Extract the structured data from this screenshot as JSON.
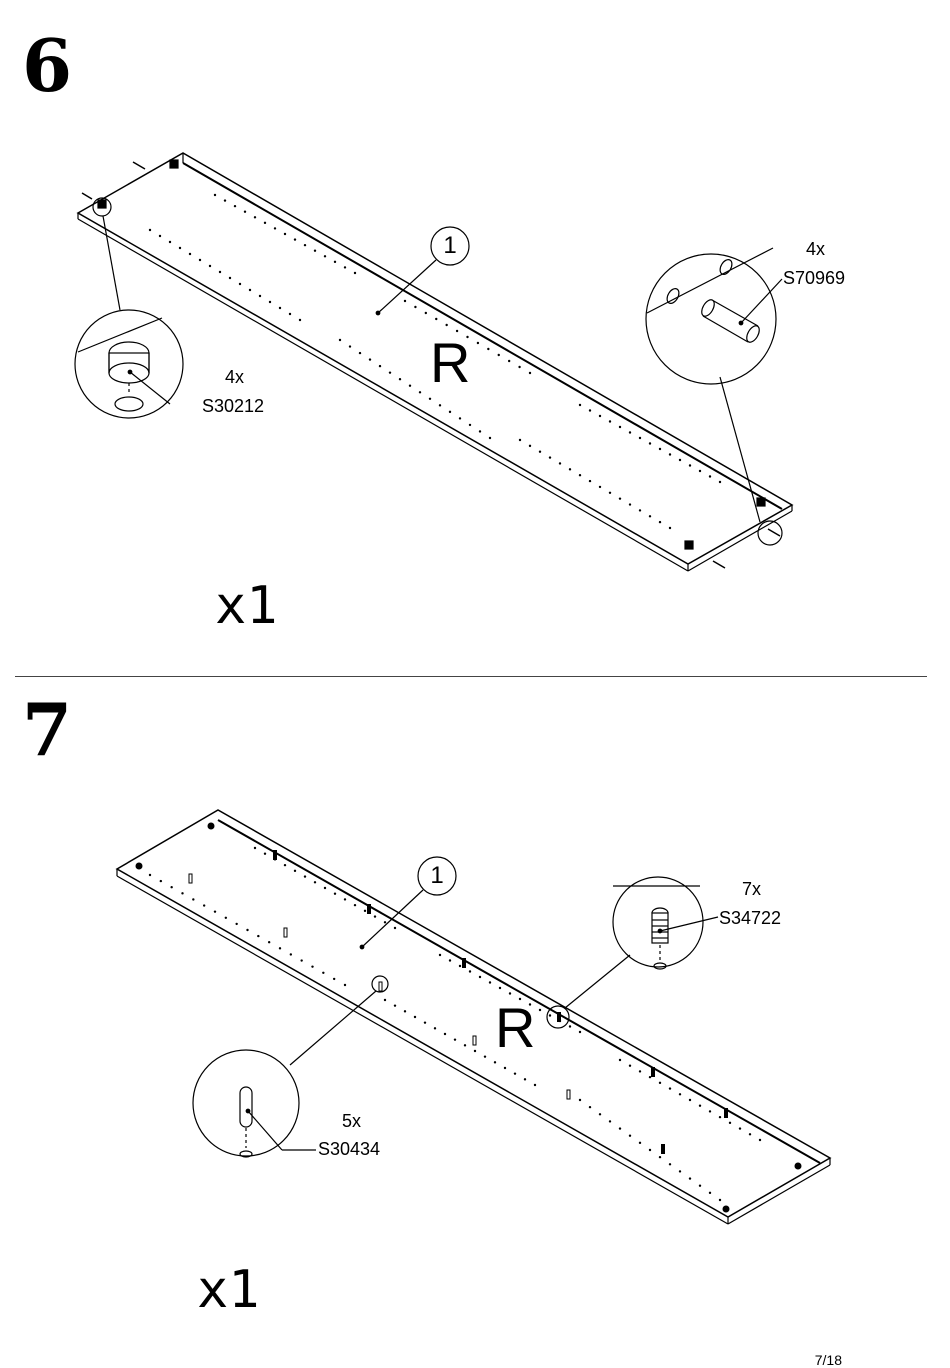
{
  "steps": [
    {
      "number": "6",
      "panel_label": "1",
      "side_letter": "R",
      "quantity": "x1",
      "parts": [
        {
          "count": "4x",
          "code": "S30212",
          "icon": "cam-lock-icon"
        },
        {
          "count": "4x",
          "code": "S70969",
          "icon": "wooden-dowel-icon"
        }
      ]
    },
    {
      "number": "7",
      "panel_label": "1",
      "side_letter": "R",
      "quantity": "x1",
      "parts": [
        {
          "count": "7x",
          "code": "S34722",
          "icon": "cam-bolt-icon"
        },
        {
          "count": "5x",
          "code": "S30434",
          "icon": "shelf-pin-icon"
        }
      ]
    }
  ],
  "page": {
    "number": "7/18"
  }
}
